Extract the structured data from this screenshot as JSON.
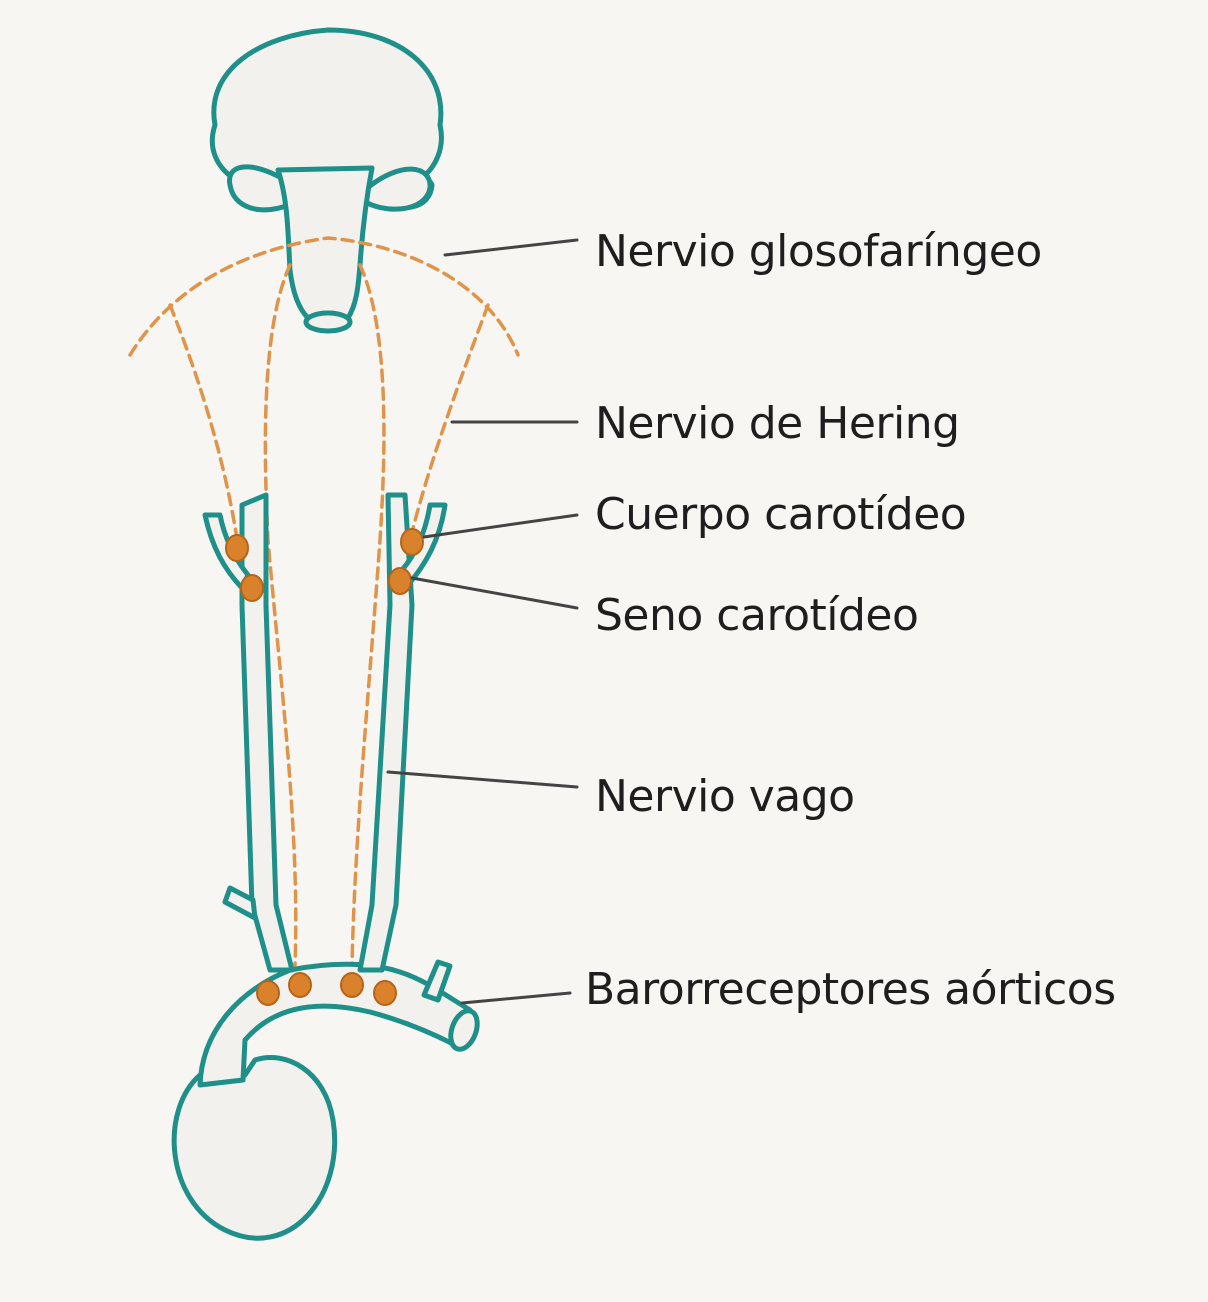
{
  "labels": {
    "glossopharyngeal": "Nervio glosofaríngeo",
    "hering": "Nervio de Hering",
    "carotid_body": "Cuerpo carotídeo",
    "carotid_sinus": "Seno carotídeo",
    "vagus": "Nervio vago",
    "aortic_baroreceptors": "Barorreceptores aórticos"
  },
  "colors": {
    "background": "#f7f6f2",
    "vessel_outline": "#1f8f8a",
    "organ_fill": "#f2f1ee",
    "nerve": "#e0944a",
    "receptor_fill": "#d9822b",
    "receptor_stroke": "#b5651b",
    "leader_line": "#444444",
    "text": "#1e1e1e"
  }
}
